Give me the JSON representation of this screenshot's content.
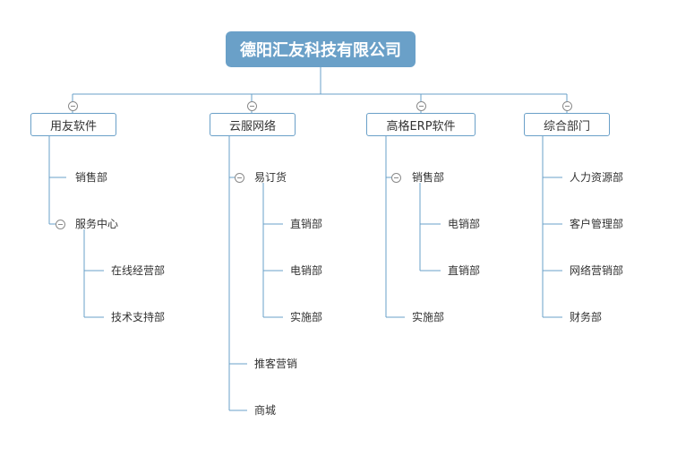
{
  "colors": {
    "root_fill": "#6aa0c8",
    "line": "#6aa0c8",
    "text": "#333333"
  },
  "root": {
    "label": "德阳汇友科技有限公司"
  },
  "departments": [
    {
      "label": "用友软件",
      "children": [
        {
          "label": "销售部"
        },
        {
          "label": "服务中心",
          "children": [
            {
              "label": "在线经营部"
            },
            {
              "label": "技术支持部"
            }
          ]
        }
      ]
    },
    {
      "label": "云服网络",
      "children": [
        {
          "label": "易订货",
          "children": [
            {
              "label": "直销部"
            },
            {
              "label": "电销部"
            },
            {
              "label": "实施部"
            }
          ]
        },
        {
          "label": "推客营销"
        },
        {
          "label": "商城"
        }
      ]
    },
    {
      "label": "高格ERP软件",
      "children": [
        {
          "label": "销售部",
          "children": [
            {
              "label": "电销部"
            },
            {
              "label": "直销部"
            }
          ]
        },
        {
          "label": "实施部"
        }
      ]
    },
    {
      "label": "综合部门",
      "children": [
        {
          "label": "人力资源部"
        },
        {
          "label": "客户管理部"
        },
        {
          "label": "网络营销部"
        },
        {
          "label": "财务部"
        }
      ]
    }
  ]
}
